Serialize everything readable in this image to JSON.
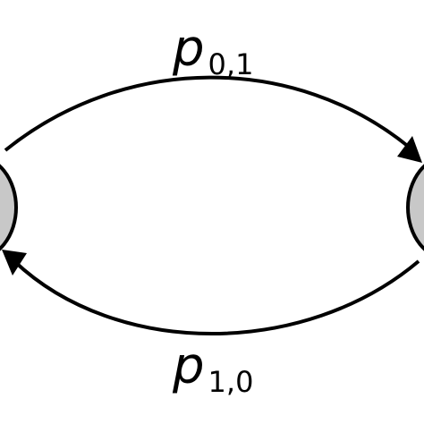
{
  "colors": {
    "node_fill": "#c8c8c8",
    "stroke": "#000000",
    "background": "#ffffff"
  },
  "nodes": [
    {
      "id": "state-0"
    },
    {
      "id": "state-1"
    }
  ],
  "edges": [
    {
      "from": "state-0",
      "to": "state-1",
      "label_main": "p",
      "label_sub": "0,1"
    },
    {
      "from": "state-1",
      "to": "state-0",
      "label_main": "p",
      "label_sub": "1,0"
    }
  ]
}
